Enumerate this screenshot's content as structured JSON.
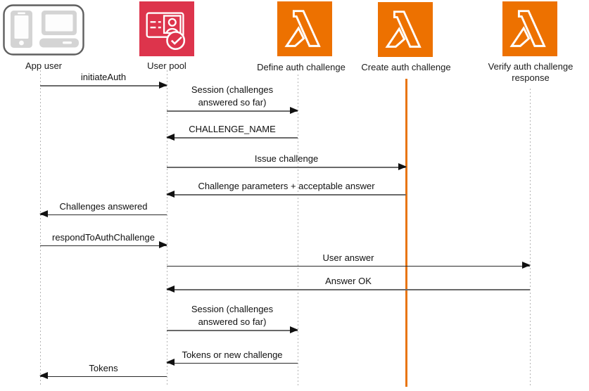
{
  "actors": [
    {
      "name": "App user",
      "icon": "devices-icon"
    },
    {
      "name": "User pool",
      "icon": "user-pool-icon"
    },
    {
      "name": "Define auth challenge",
      "icon": "lambda-icon"
    },
    {
      "name": "Create auth challenge",
      "icon": "lambda-icon"
    },
    {
      "name": "Verify auth challenge response",
      "icon": "lambda-icon"
    }
  ],
  "messages": [
    {
      "label": "initiateAuth",
      "from": "App user",
      "to": "User pool"
    },
    {
      "label": "Session (challenges answered so far)",
      "from": "User pool",
      "to": "Define auth challenge"
    },
    {
      "label": "CHALLENGE_NAME",
      "from": "Define auth challenge",
      "to": "User pool"
    },
    {
      "label": "Issue challenge",
      "from": "User pool",
      "to": "Create auth challenge"
    },
    {
      "label": "Challenge parameters + acceptable answer",
      "from": "Create auth challenge",
      "to": "User pool"
    },
    {
      "label": "Challenges answered",
      "from": "User pool",
      "to": "App user"
    },
    {
      "label": "respondToAuthChallenge",
      "from": "App user",
      "to": "User pool"
    },
    {
      "label": "User answer",
      "from": "User pool",
      "to": "Verify auth challenge response"
    },
    {
      "label": "Answer OK",
      "from": "Verify auth challenge response",
      "to": "User pool"
    },
    {
      "label": "Session (challenges answered so far)",
      "from": "User pool",
      "to": "Define auth challenge"
    },
    {
      "label": "Tokens or new challenge",
      "from": "Define auth challenge",
      "to": "User pool"
    },
    {
      "label": "Tokens",
      "from": "User pool",
      "to": "App user"
    }
  ],
  "colors": {
    "user_pool_red": "#DD344C",
    "lambda_orange": "#ED7100",
    "active_lifeline_orange": "#E87511",
    "arrow_gray": "#6A6A6A",
    "arrow_head_black": "#111111",
    "lifeline_gray": "#B4B4B4",
    "device_gray": "#D4D4D4",
    "device_border_gray": "#5F5F5F"
  }
}
